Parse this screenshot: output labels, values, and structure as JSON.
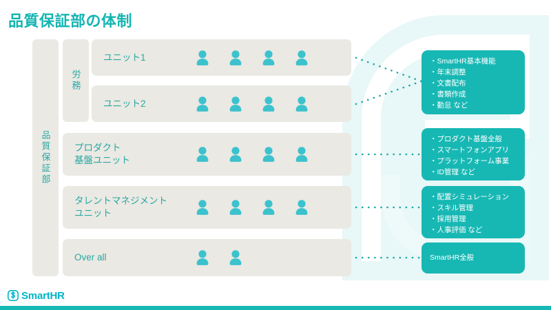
{
  "slide": {
    "title": "品質保証部の体制",
    "background_color": "#ffffff",
    "accent_color": "#17b8b4",
    "row_bg_color": "#eae9e3",
    "label_color": "#2aa7a4"
  },
  "department": {
    "label": "品質保証部"
  },
  "groups": [
    {
      "label": "労務"
    }
  ],
  "rows": [
    {
      "label": "ユニット1",
      "people": 4
    },
    {
      "label": "ユニット2",
      "people": 4
    },
    {
      "label": "プロダクト\n基盤ユニット",
      "people": 4
    },
    {
      "label": "タレントマネジメント\nユニット",
      "people": 4
    },
    {
      "label": "Over all",
      "people": 2
    }
  ],
  "callouts": [
    {
      "lines": [
        "・SmartHR基本機能",
        "・年末調整",
        "・文書配布",
        "・書類作成",
        "・勤怠  など"
      ]
    },
    {
      "lines": [
        "・プロダクト基盤全般",
        "・スマートフォンアプリ",
        "・プラットフォーム事業",
        "・ID管理  など"
      ]
    },
    {
      "lines": [
        "・配置シミュレーション",
        "・スキル管理",
        "・採用管理",
        "・人事評価  など"
      ]
    },
    {
      "lines": [
        "SmartHR全般"
      ]
    }
  ],
  "footer": {
    "logo_text": "SmartHR",
    "logo_mark": "smarthr-logo-icon",
    "bar_color": "#17b8b4"
  },
  "icons": {
    "person": "person-icon",
    "watermark": "smarthr-watermark-glyph"
  }
}
